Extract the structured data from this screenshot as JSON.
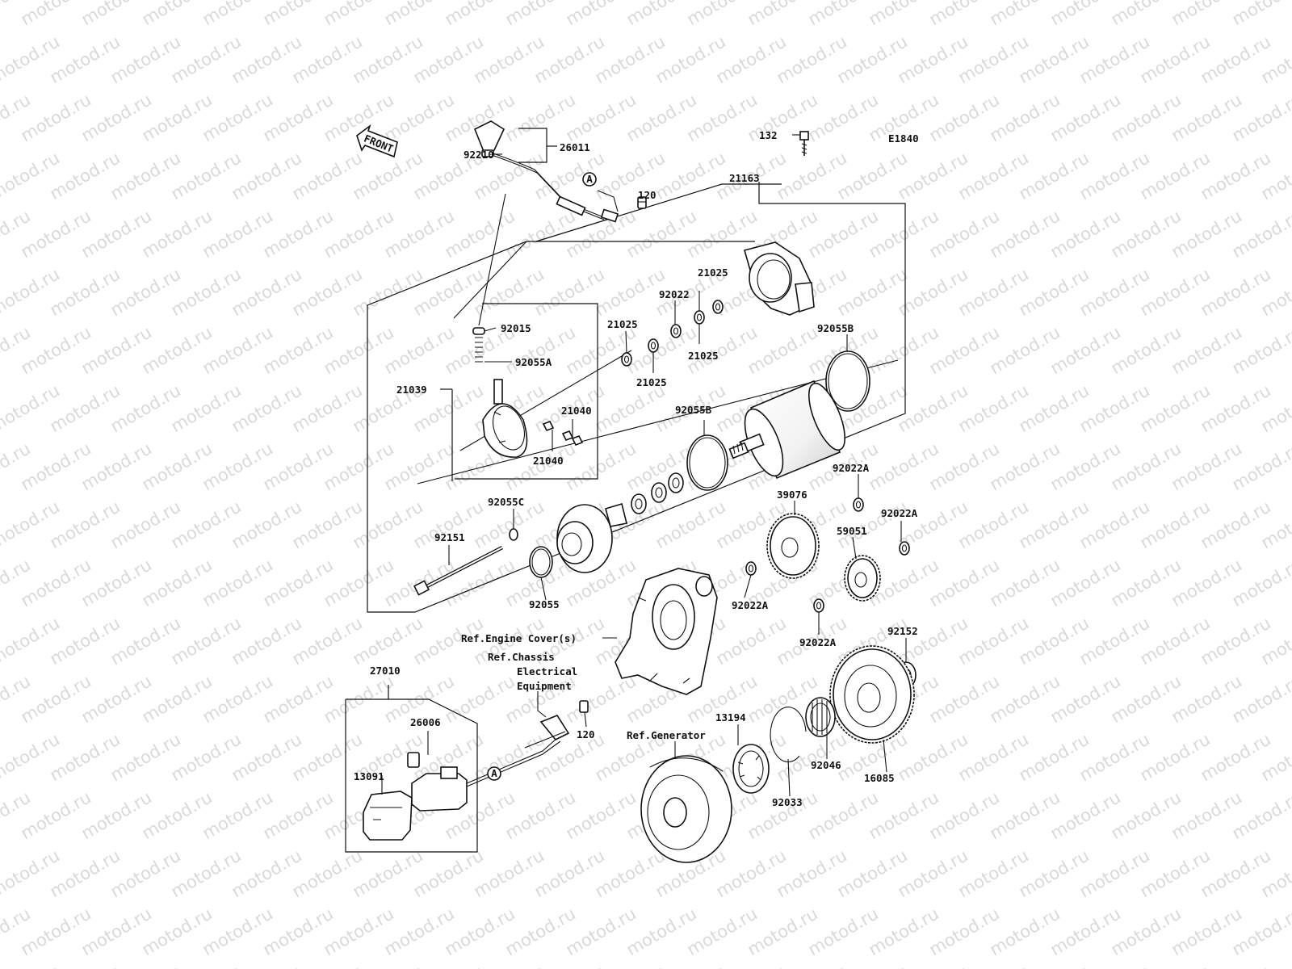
{
  "diagram_id": "E1840",
  "watermark": "motod.ru",
  "front_label": "FRONT",
  "ref_circle": "A",
  "parts": [
    {
      "key": "p132",
      "text": "132"
    },
    {
      "key": "p21163",
      "text": "21163"
    },
    {
      "key": "p26011",
      "text": "26011"
    },
    {
      "key": "p92210",
      "text": "92210"
    },
    {
      "key": "p120a",
      "text": "120"
    },
    {
      "key": "p21025a",
      "text": "21025"
    },
    {
      "key": "p92022",
      "text": "92022"
    },
    {
      "key": "p21025b",
      "text": "21025"
    },
    {
      "key": "p21025c",
      "text": "21025"
    },
    {
      "key": "p21025d",
      "text": "21025"
    },
    {
      "key": "p92015",
      "text": "92015"
    },
    {
      "key": "p92055A",
      "text": "92055A"
    },
    {
      "key": "p21039",
      "text": "21039"
    },
    {
      "key": "p21040a",
      "text": "21040"
    },
    {
      "key": "p21040b",
      "text": "21040"
    },
    {
      "key": "p92055Ba",
      "text": "92055B"
    },
    {
      "key": "p92055Bb",
      "text": "92055B"
    },
    {
      "key": "p92022Aa",
      "text": "92022A"
    },
    {
      "key": "p39076",
      "text": "39076"
    },
    {
      "key": "p92022Ab",
      "text": "92022A"
    },
    {
      "key": "p59051",
      "text": "59051"
    },
    {
      "key": "p92055C",
      "text": "92055C"
    },
    {
      "key": "p92151",
      "text": "92151"
    },
    {
      "key": "p92055",
      "text": "92055"
    },
    {
      "key": "p92022Ac",
      "text": "92022A"
    },
    {
      "key": "p92022Ad",
      "text": "92022A"
    },
    {
      "key": "p92152",
      "text": "92152"
    },
    {
      "key": "p27010",
      "text": "27010"
    },
    {
      "key": "p26006",
      "text": "26006"
    },
    {
      "key": "p13091",
      "text": "13091"
    },
    {
      "key": "p120b",
      "text": "120"
    },
    {
      "key": "p13194",
      "text": "13194"
    },
    {
      "key": "p92046",
      "text": "92046"
    },
    {
      "key": "p16085",
      "text": "16085"
    },
    {
      "key": "p92033",
      "text": "92033"
    }
  ],
  "references": {
    "engine_cover": "Ref.Engine Cover(s)",
    "chassis_1": "Ref.Chassis",
    "chassis_2": "Electrical",
    "chassis_3": "Equipment",
    "generator": "Ref.Generator"
  }
}
